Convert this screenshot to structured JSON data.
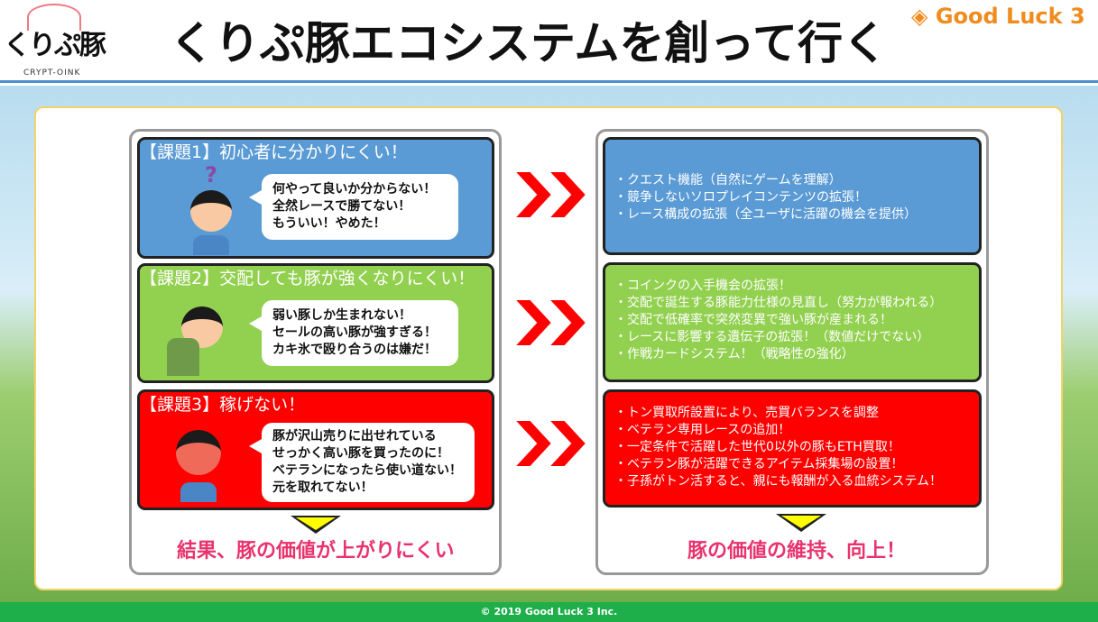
{
  "header": {
    "logo_text": "くりぷ豚",
    "logo_sub": "CRYPT-OINK",
    "title": "くりぷ豚エコシステムを創って行く",
    "brand": "Good Luck 3"
  },
  "issues": [
    {
      "title": "【課題1】初心者に分かりにくい！",
      "lines": [
        "何やって良いか分からない！",
        "全然レースで勝てない！",
        "もういい！やめた！"
      ]
    },
    {
      "title": "【課題2】交配しても豚が強くなりにくい！",
      "lines": [
        "弱い豚しか生まれない！",
        "セールの高い豚が強すぎる！",
        "カキ氷で殴り合うのは嫌だ！"
      ]
    },
    {
      "title": "【課題3】稼げない！",
      "lines": [
        "豚が沢山売りに出せれている",
        "せっかく高い豚を買ったのに！",
        "ベテランになったら使い道ない！",
        "元を取れてない！"
      ]
    }
  ],
  "solutions": [
    [
      "・クエスト機能（自然にゲームを理解）",
      "・競争しないソロプレイコンテンツの拡張！",
      "・レース構成の拡張（全ユーザに活躍の機会を提供）"
    ],
    [
      "・コインクの入手機会の拡張！",
      "・交配で誕生する豚能力仕様の見直し（努力が報われる）",
      "・交配で低確率で突然変異で強い豚が産まれる！",
      "・レースに影響する遺伝子の拡張！（数値だけでない）",
      "・作戦カードシステム！（戦略性の強化）"
    ],
    [
      "・トン買取所設置により、売買バランスを調整",
      "・ベテラン専用レースの追加！",
      "・一定条件で活躍した世代0以外の豚もETH買取！",
      "・ベテラン豚が活躍できるアイテム採集場の設置！",
      "・子孫がトン活すると、親にも報酬が入る血統システム！"
    ]
  ],
  "left_result": "結果、豚の価値が上がりにくい",
  "right_result": "豚の価値の維持、向上！",
  "footer": "© 2019 Good Luck 3 Inc."
}
